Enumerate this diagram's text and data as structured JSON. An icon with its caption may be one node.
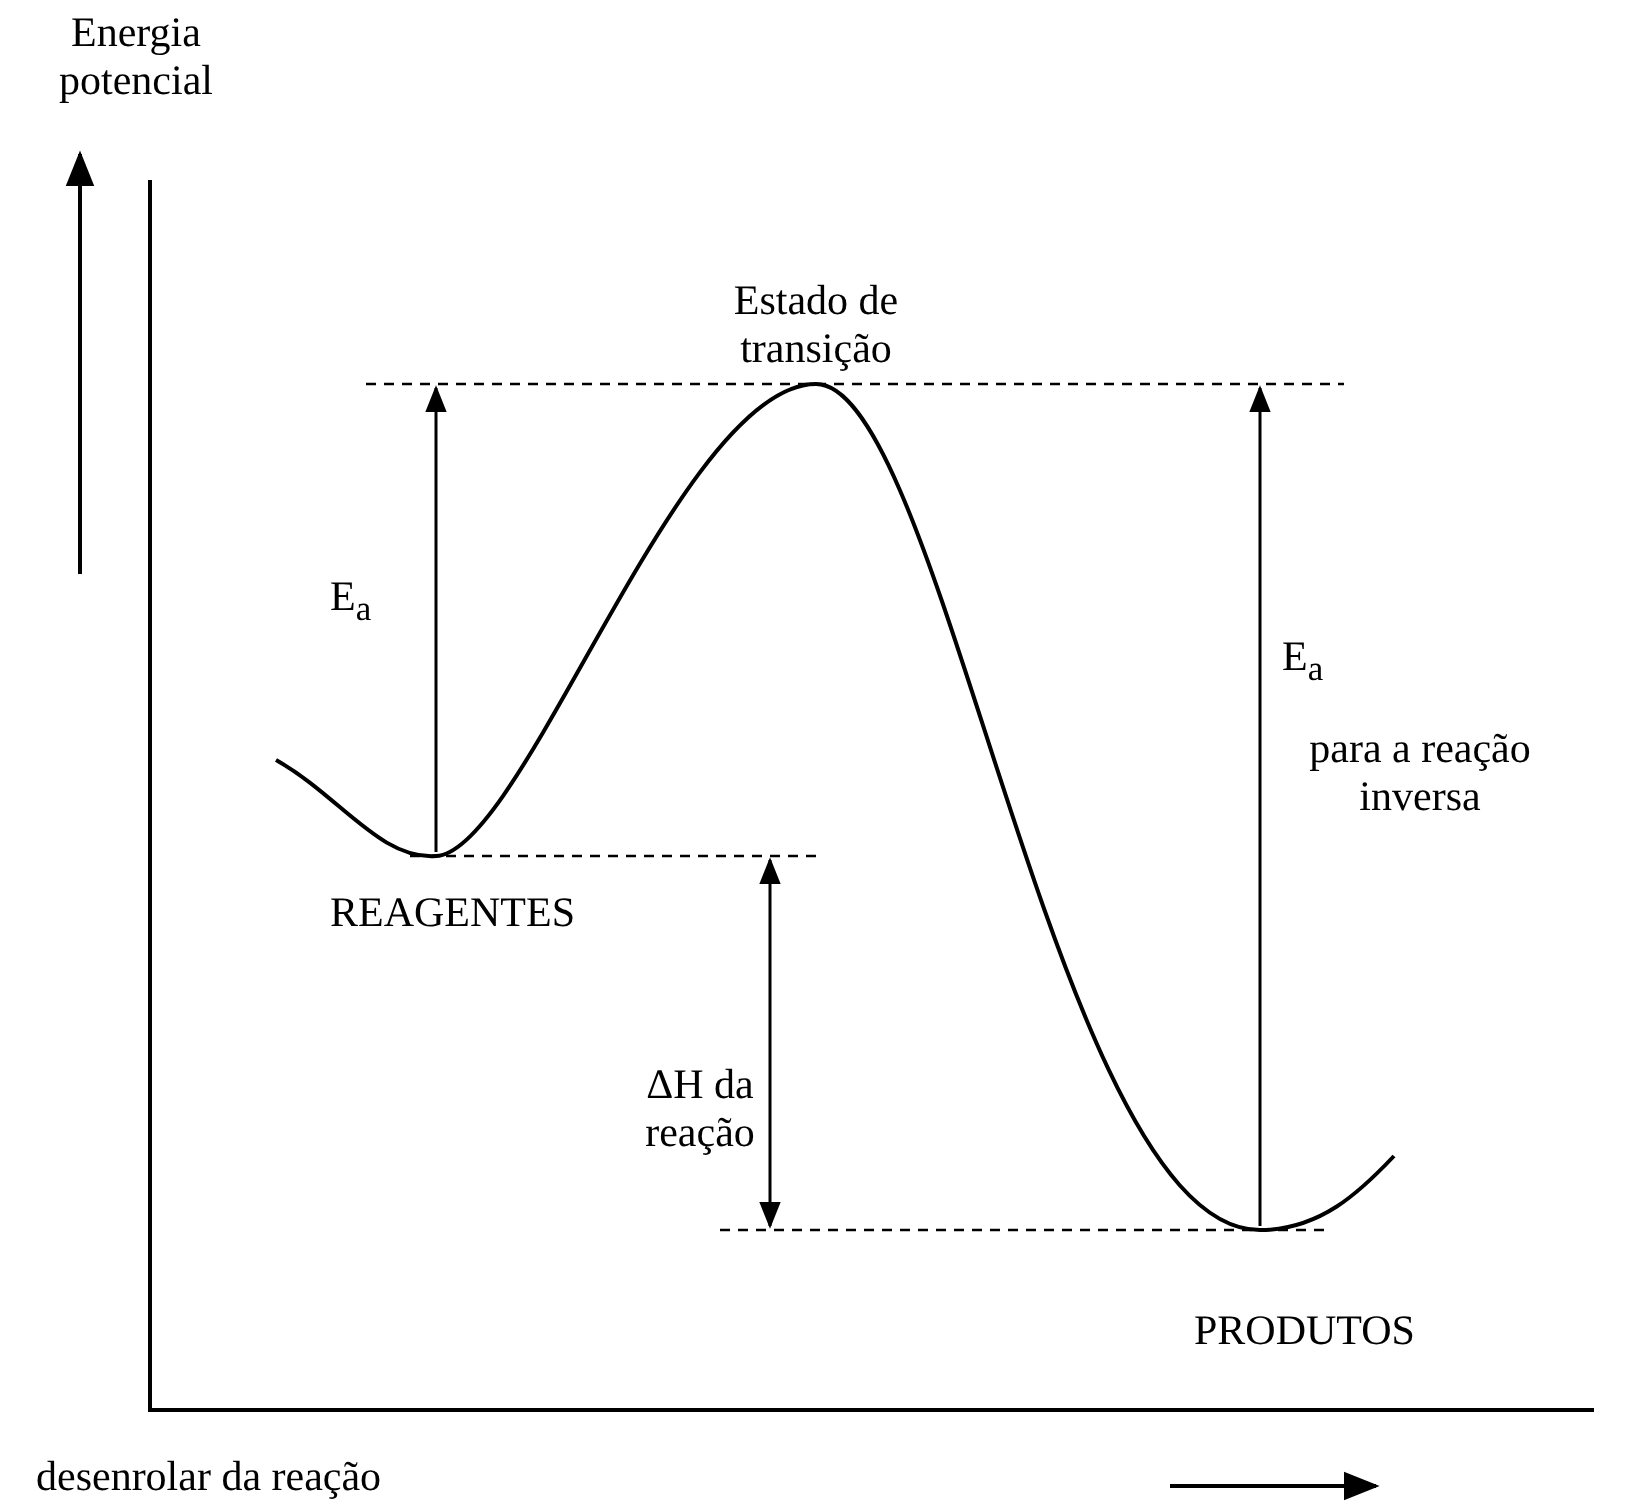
{
  "diagram": {
    "labels": [
      "Energia potencial",
      "Estado de transição",
      "E$_{a}$",
      "REAGENTES",
      "ΔH da reação",
      "E$_{a}$",
      "para a reação inversa",
      "PRODUTOS",
      "desenrolar da reação"
    ]
  }
}
